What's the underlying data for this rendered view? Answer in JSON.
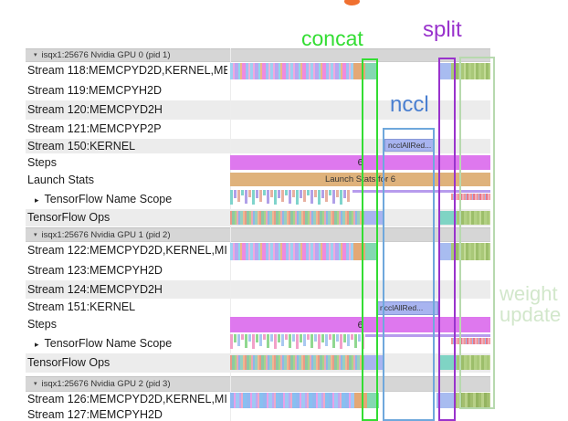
{
  "annotations": {
    "concat": {
      "label": "concat",
      "color": "#33dd33"
    },
    "split": {
      "label": "split",
      "color": "#9933cc"
    },
    "nccl": {
      "label": "nccl",
      "text_color": "#4a7fd0",
      "box_color": "#6fa8dc"
    },
    "weight_update": {
      "line1": "weight",
      "line2": "update",
      "text_color": "#d2e7cb",
      "box_color": "#b7d9ae"
    },
    "cutoff_label_color": "#f07030"
  },
  "icons": {
    "expanded_triangle": "▾",
    "collapsed_triangle": "▸"
  },
  "palette": {
    "steps_bar": "#de78ee",
    "launch_stats_bar": "#dfb27b",
    "nccl_kernel_bar": "#a8b4f0",
    "header_band": "#d6d6d6",
    "row_alt": "#ececec",
    "orange_segment": "#e3a876",
    "teal_segment": "#85d7b2",
    "blue_segment": "#a8bcf0"
  },
  "trace": {
    "sections": [
      {
        "header": "isqx1:25676 Nvidia GPU 0 (pid 1)",
        "rows": [
          {
            "label": "Stream 118:MEMCPYD2D,KERNEL,ME",
            "kind": "busy"
          },
          {
            "label": "Stream 119:MEMCPYH2D",
            "kind": "empty"
          },
          {
            "label": "Stream 120:MEMCPYD2H",
            "kind": "empty"
          },
          {
            "label": "Stream 121:MEMCPYP2P",
            "kind": "empty"
          },
          {
            "label": "Stream 150:KERNEL",
            "kind": "nccl",
            "bar_label": "ncclAllRed..."
          },
          {
            "label": "Steps",
            "kind": "steps",
            "bar_label": "6"
          },
          {
            "label": "Launch Stats",
            "kind": "launch",
            "bar_label": "Launch Stats for 6"
          },
          {
            "label": "TensorFlow Name Scope",
            "kind": "tfns",
            "expander": true
          },
          {
            "label": "TensorFlow Ops",
            "kind": "tfops"
          }
        ]
      },
      {
        "header": "isqx1:25676 Nvidia GPU 1 (pid 2)",
        "rows": [
          {
            "label": "Stream 122:MEMCPYD2D,KERNEL,MI",
            "kind": "busy"
          },
          {
            "label": "Stream 123:MEMCPYH2D",
            "kind": "empty"
          },
          {
            "label": "Stream 124:MEMCPYD2H",
            "kind": "empty"
          },
          {
            "label": "Stream 151:KERNEL",
            "kind": "nccl",
            "bar_label": "ncclAllRed..."
          },
          {
            "label": "Steps",
            "kind": "steps",
            "bar_label": "6"
          },
          {
            "label": "TensorFlow Name Scope",
            "kind": "tfns",
            "expander": true
          },
          {
            "label": "TensorFlow Ops",
            "kind": "tfops"
          }
        ]
      },
      {
        "header": "isqx1:25676 Nvidia GPU 2 (pid 3)",
        "rows": [
          {
            "label": "Stream 126:MEMCPYD2D,KERNEL,MI",
            "kind": "busy2"
          },
          {
            "label": "Stream 127:MEMCPYH2D",
            "kind": "empty"
          }
        ]
      }
    ]
  }
}
